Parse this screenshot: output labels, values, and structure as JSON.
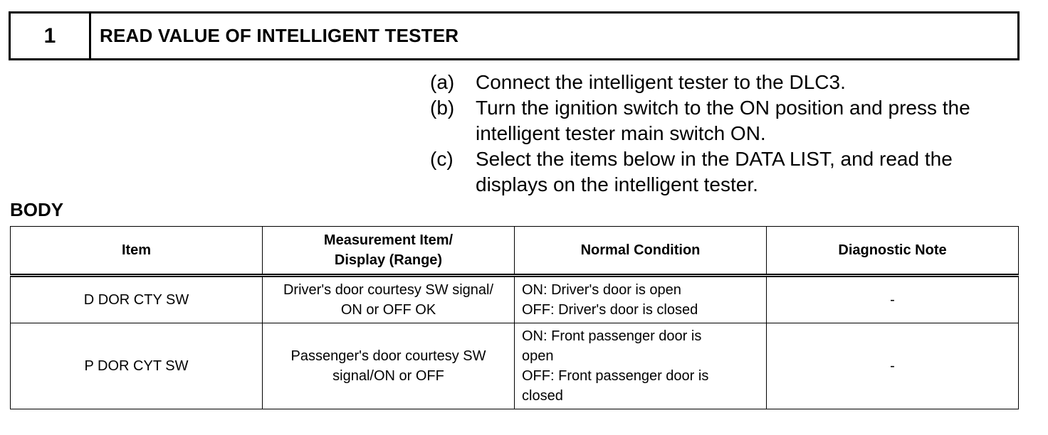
{
  "step": {
    "number": "1",
    "title": "READ VALUE OF INTELLIGENT TESTER"
  },
  "instructions": [
    {
      "letter": "(a)",
      "lines": [
        "Connect the intelligent tester to the DLC3."
      ]
    },
    {
      "letter": "(b)",
      "lines": [
        "Turn the ignition switch to the ON position and press the",
        "intelligent tester main switch ON."
      ]
    },
    {
      "letter": "(c)",
      "lines": [
        "Select the items below in the DATA LIST, and read the",
        "displays on the intelligent tester."
      ]
    }
  ],
  "section_label": "BODY",
  "table": {
    "headers": {
      "item": "Item",
      "measurement_line1": "Measurement Item/",
      "measurement_line2": "Display (Range)",
      "normal": "Normal Condition",
      "note": "Diagnostic Note"
    },
    "rows": [
      {
        "item": "D DOR CTY SW",
        "measurement_line1": "Driver's door courtesy SW signal/",
        "measurement_line2": "ON or OFF OK",
        "normal_line1": "ON: Driver's door is open",
        "normal_line2": "OFF: Driver's door is closed",
        "note": "-"
      },
      {
        "item": "P DOR CYT SW",
        "measurement_line1": "Passenger's door courtesy SW",
        "measurement_line2": "signal/ON or OFF",
        "normal_line1": "ON: Front passenger door is",
        "normal_line2": "open",
        "normal_line3": "OFF: Front passenger door is",
        "normal_line4": "closed",
        "note": "-"
      }
    ]
  }
}
